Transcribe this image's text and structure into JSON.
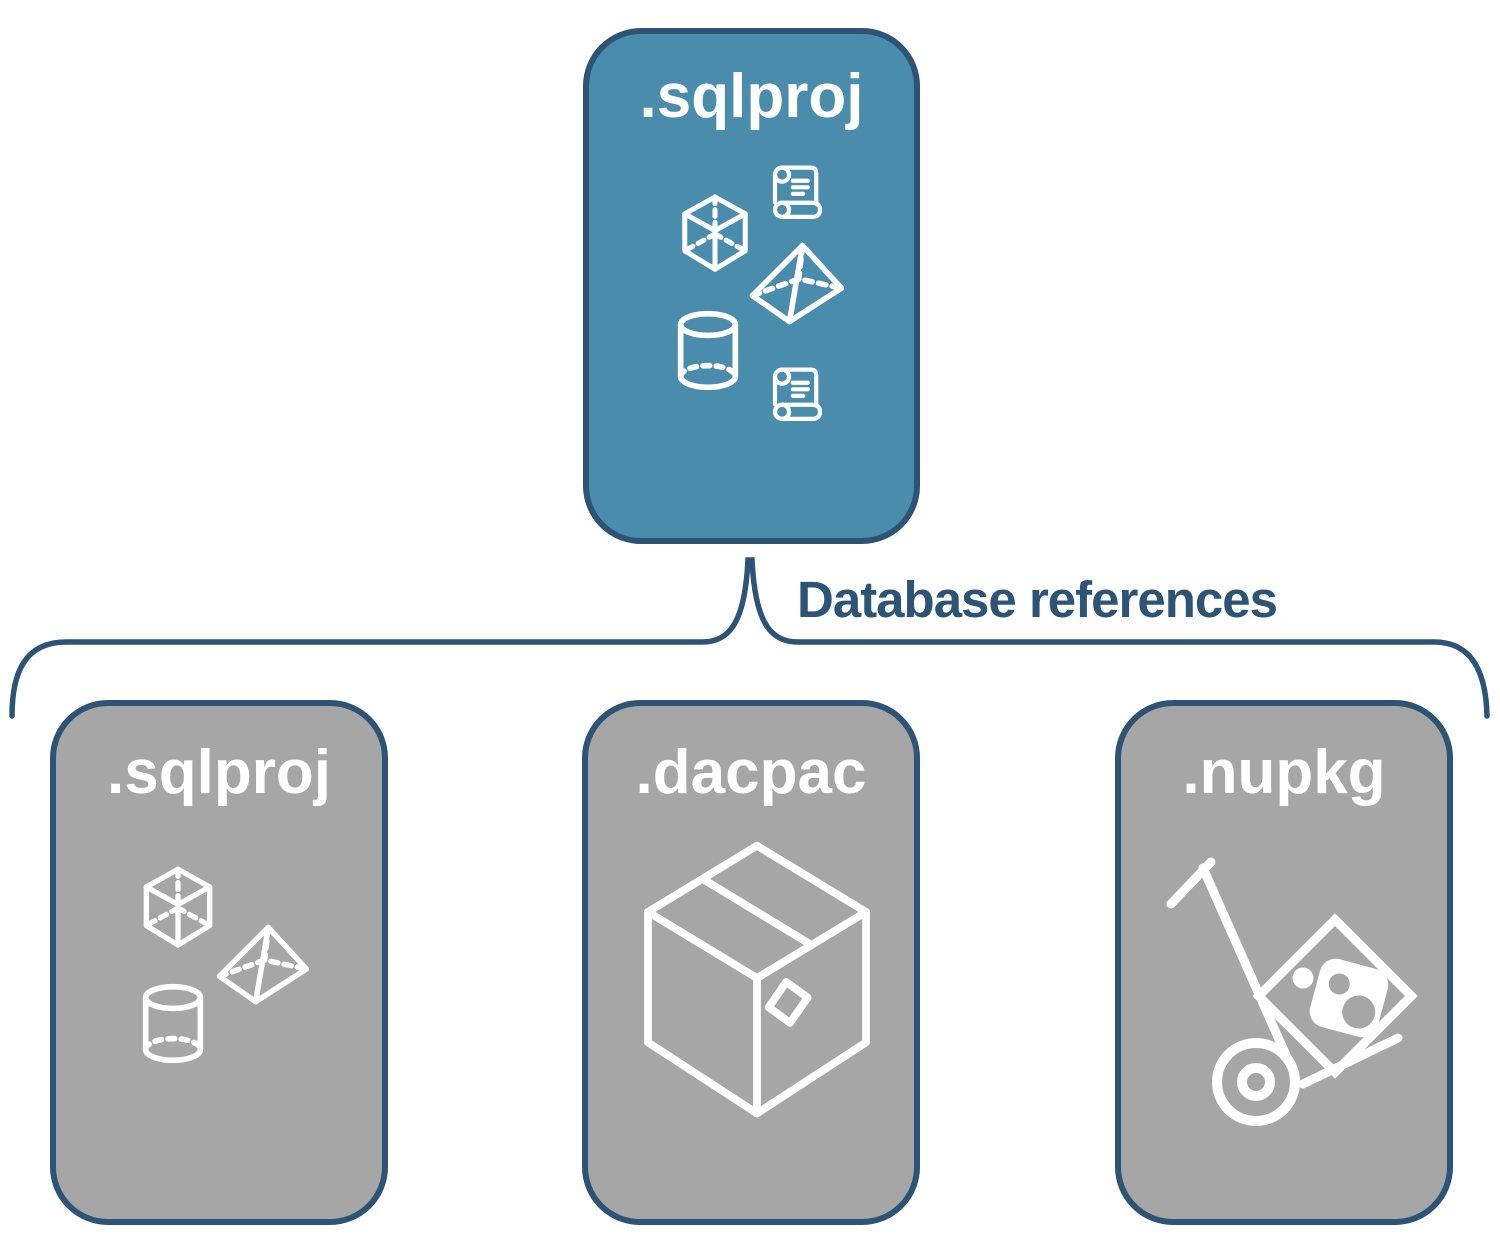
{
  "diagram": {
    "connector": {
      "label": "Database references"
    },
    "top_node": {
      "label": ".sqlproj",
      "icons": [
        "scroll-icon",
        "cube-icon",
        "pyramid-icon",
        "cylinder-icon",
        "scroll-icon"
      ]
    },
    "child_nodes": [
      {
        "label": ".sqlproj",
        "icons": [
          "cube-icon",
          "pyramid-icon",
          "cylinder-icon"
        ]
      },
      {
        "label": ".dacpac",
        "icons": [
          "package-box-icon"
        ]
      },
      {
        "label": ".nupkg",
        "icons": [
          "hand-truck-package-icon"
        ]
      }
    ],
    "colors": {
      "top_node_fill": "#4a8cab",
      "child_node_fill": "#a6a6a6",
      "node_border": "#2d5474",
      "connector": "#2d5474",
      "connector_label_text": "#2d5474",
      "node_label_text": "#ffffff",
      "icon_stroke": "#ffffff",
      "background": "#ffffff"
    }
  }
}
